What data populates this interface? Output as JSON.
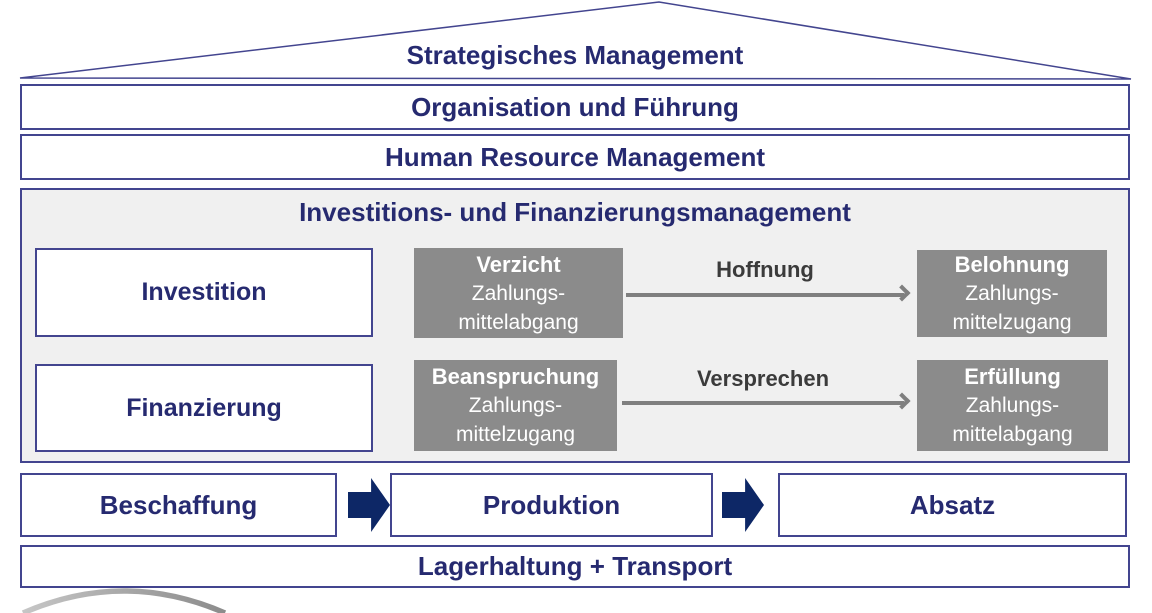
{
  "colors": {
    "navy_text": "#262a70",
    "border_navy": "#43458f",
    "container_bg": "#f0f0f0",
    "gray_box_bg": "#8b8b8b",
    "flow_arrow_gray": "#7f7f7f",
    "block_arrow_navy": "#0d2766",
    "arrow_label_dark": "#3b3b3b"
  },
  "roof": {
    "title": "Strategisches Management"
  },
  "bars": [
    {
      "label": "Organisation und Führung"
    },
    {
      "label": "Human Resource Management"
    }
  ],
  "finance_section": {
    "title": "Investitions- und Finanzierungsmanagement",
    "rows": [
      {
        "left_label": "Investition",
        "source": {
          "title": "Verzicht",
          "line1": "Zahlungs-",
          "line2": "mittelabgang"
        },
        "arrow_label": "Hoffnung",
        "target": {
          "title": "Belohnung",
          "line1": "Zahlungs-",
          "line2": "mittelzugang"
        }
      },
      {
        "left_label": "Finanzierung",
        "source": {
          "title": "Beanspruchung",
          "line1": "Zahlungs-",
          "line2": "mittelzugang"
        },
        "arrow_label": "Versprechen",
        "target": {
          "title": "Erfüllung",
          "line1": "Zahlungs-",
          "line2": "mittelabgang"
        }
      }
    ]
  },
  "process_chain": {
    "steps": [
      {
        "label": "Beschaffung"
      },
      {
        "label": "Produktion"
      },
      {
        "label": "Absatz"
      }
    ]
  },
  "bottom_bar": {
    "label": "Lagerhaltung + Transport"
  }
}
